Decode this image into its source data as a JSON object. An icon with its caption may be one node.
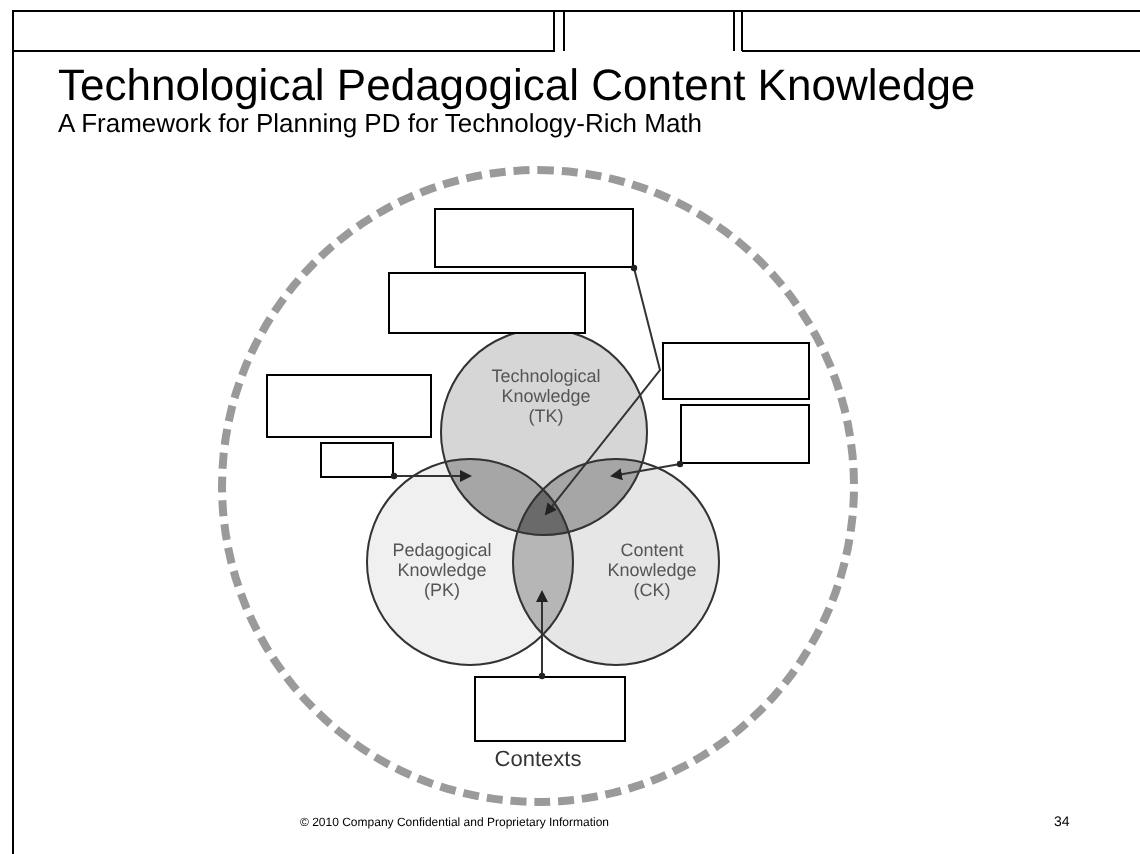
{
  "diagram": {
    "title": "Technological Pedagogical Content Knowledge",
    "nodes": [
      {
        "text": [
          "Contexts"
        ]
      },
      {
        "text": [
          "Technological Knowledge (TK)"
        ],
        "in": 0
      },
      {
        "text": [
          "Pedagogical Knowledge (PK)"
        ],
        "in": 0
      },
      {
        "text": [
          "Content Knowledge (CK)"
        ],
        "in": 0
      },
      {
        "text": [],
        "shape": "box",
        "in": 0
      },
      {
        "text": [],
        "shape": "box",
        "in": 0
      },
      {
        "text": [],
        "shape": "box",
        "in": 0
      },
      {
        "text": [],
        "shape": "box",
        "in": 0
      },
      {
        "text": [],
        "shape": "box",
        "in": 0
      },
      {
        "text": [],
        "shape": "box",
        "in": 0
      },
      {
        "text": [],
        "shape": "box",
        "in": 0
      }
    ],
    "edges": [
      {
        "from": 4,
        "to": 1,
        "arrow": "to"
      },
      {
        "from": 7,
        "to": 1,
        "arrow": "to"
      },
      {
        "from": 9,
        "to": 1,
        "arrow": "to"
      },
      {
        "from": 10,
        "to": 2,
        "arrow": "to"
      }
    ],
    "labels": [
      "A Framework for Planning PD for Technology-Rich Math",
      "© 2010 Company Confidential and Proprietary Information",
      "34"
    ]
  }
}
